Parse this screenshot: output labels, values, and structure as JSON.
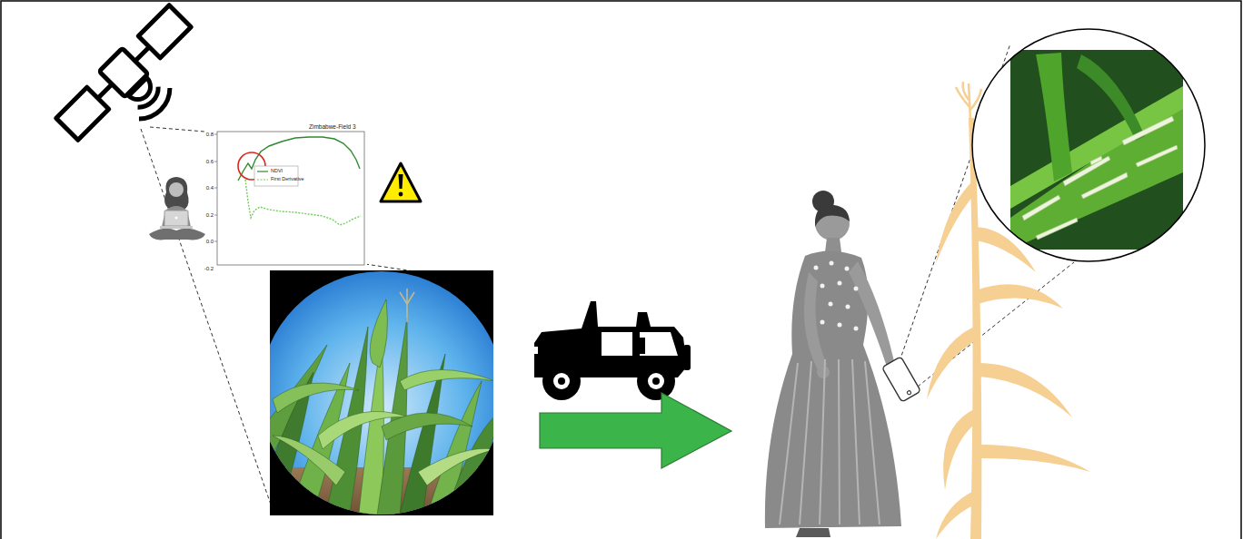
{
  "diagram": {
    "labels": [
      "Zimbabwe-Field 3",
      "0.8",
      "0.6",
      "0.4",
      "0.2",
      "0.0",
      "-0.2"
    ],
    "legend": [
      {
        "text": "NDVI"
      },
      {
        "text": "First Derivative"
      }
    ]
  }
}
